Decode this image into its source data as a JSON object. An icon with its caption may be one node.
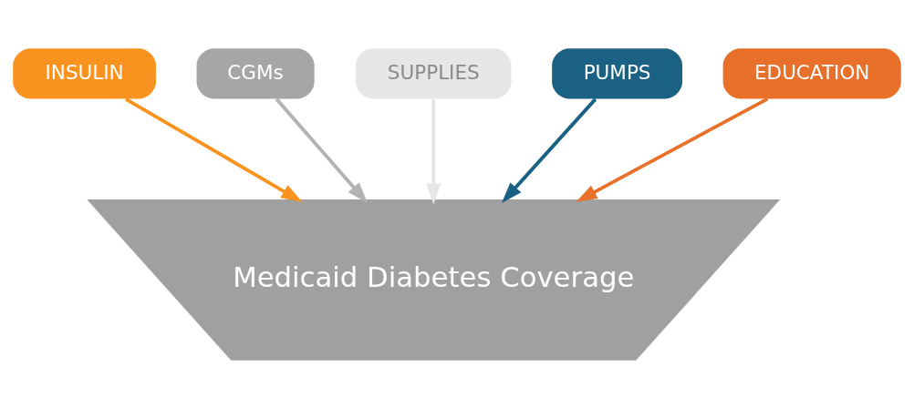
{
  "diagram": {
    "nodes": [
      {
        "text": [
          "INSULIN"
        ]
      },
      {
        "text": [
          "CGMs"
        ]
      },
      {
        "text": [
          "SUPPLIES"
        ]
      },
      {
        "text": [
          "PUMPS"
        ]
      },
      {
        "text": [
          "EDUCATION"
        ]
      },
      {
        "text": [
          "Medicaid Diabetes Coverage"
        ]
      }
    ],
    "edges": [
      {
        "from": 0,
        "to": 5,
        "arrow": "to",
        "color": "#f7931e"
      },
      {
        "from": 1,
        "to": 5,
        "arrow": "to",
        "color": "#b3b3b3"
      },
      {
        "from": 2,
        "to": 5,
        "arrow": "to",
        "color": "#e6e6e6"
      },
      {
        "from": 3,
        "to": 5,
        "arrow": "to",
        "color": "#1a6184"
      },
      {
        "from": 4,
        "to": 5,
        "arrow": "to",
        "color": "#e8702a"
      }
    ]
  }
}
